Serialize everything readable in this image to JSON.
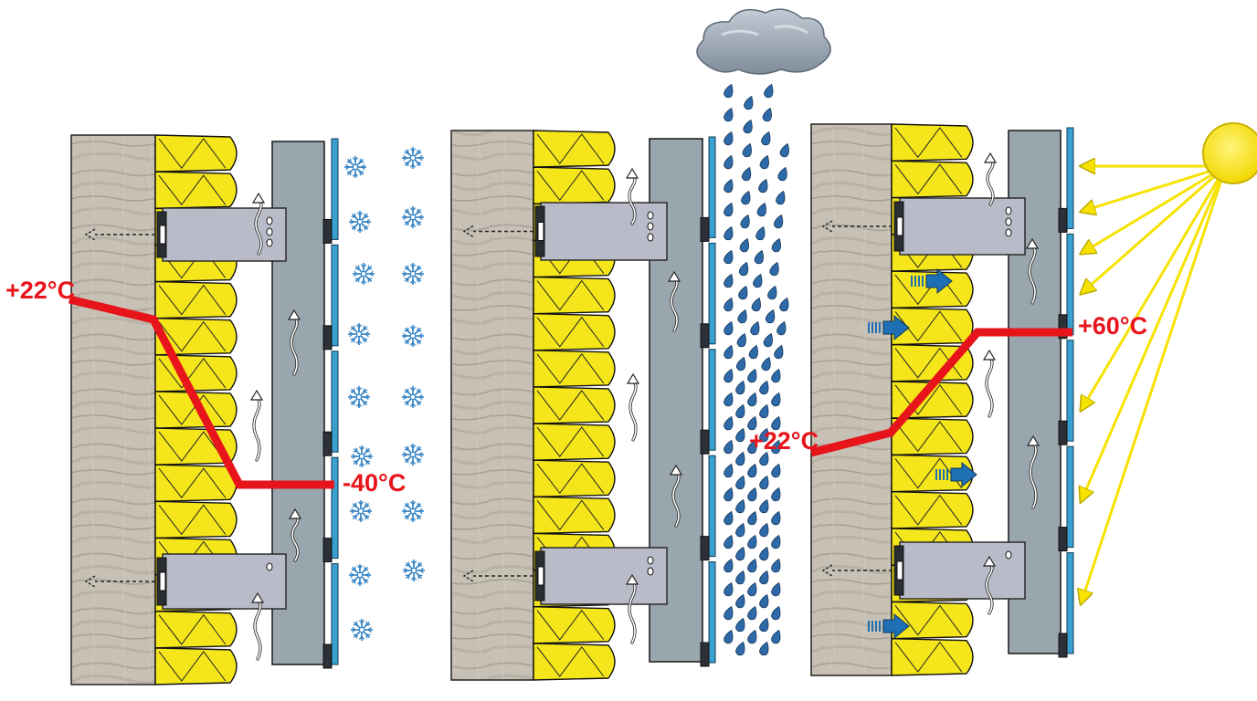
{
  "panels": [
    {
      "id": "winter",
      "weather": "snow",
      "inner_temp": "+22°C",
      "outer_temp": "-40°C"
    },
    {
      "id": "rain",
      "weather": "rain"
    },
    {
      "id": "summer",
      "weather": "sun",
      "inner_temp": "+22°C",
      "outer_temp": "+60°C"
    }
  ],
  "colors": {
    "insulation": "#f5e61b",
    "wall": "#bdb6aa",
    "bracket": "#b9bcc8",
    "rail": "#9aa6ad",
    "cladding": "#3aa0cf",
    "temperature_line": "#e8141b",
    "snow": "#2d7fc2",
    "rain": "#2f6aa8",
    "sun": "#f7e200",
    "heat_arrow": "#1f6fb5"
  },
  "icons": [
    "snowflake-icon",
    "raindrop-icon",
    "cloud-icon",
    "sun-icon",
    "airflow-arrow-icon",
    "heat-arrow-icon",
    "screw-icon"
  ]
}
